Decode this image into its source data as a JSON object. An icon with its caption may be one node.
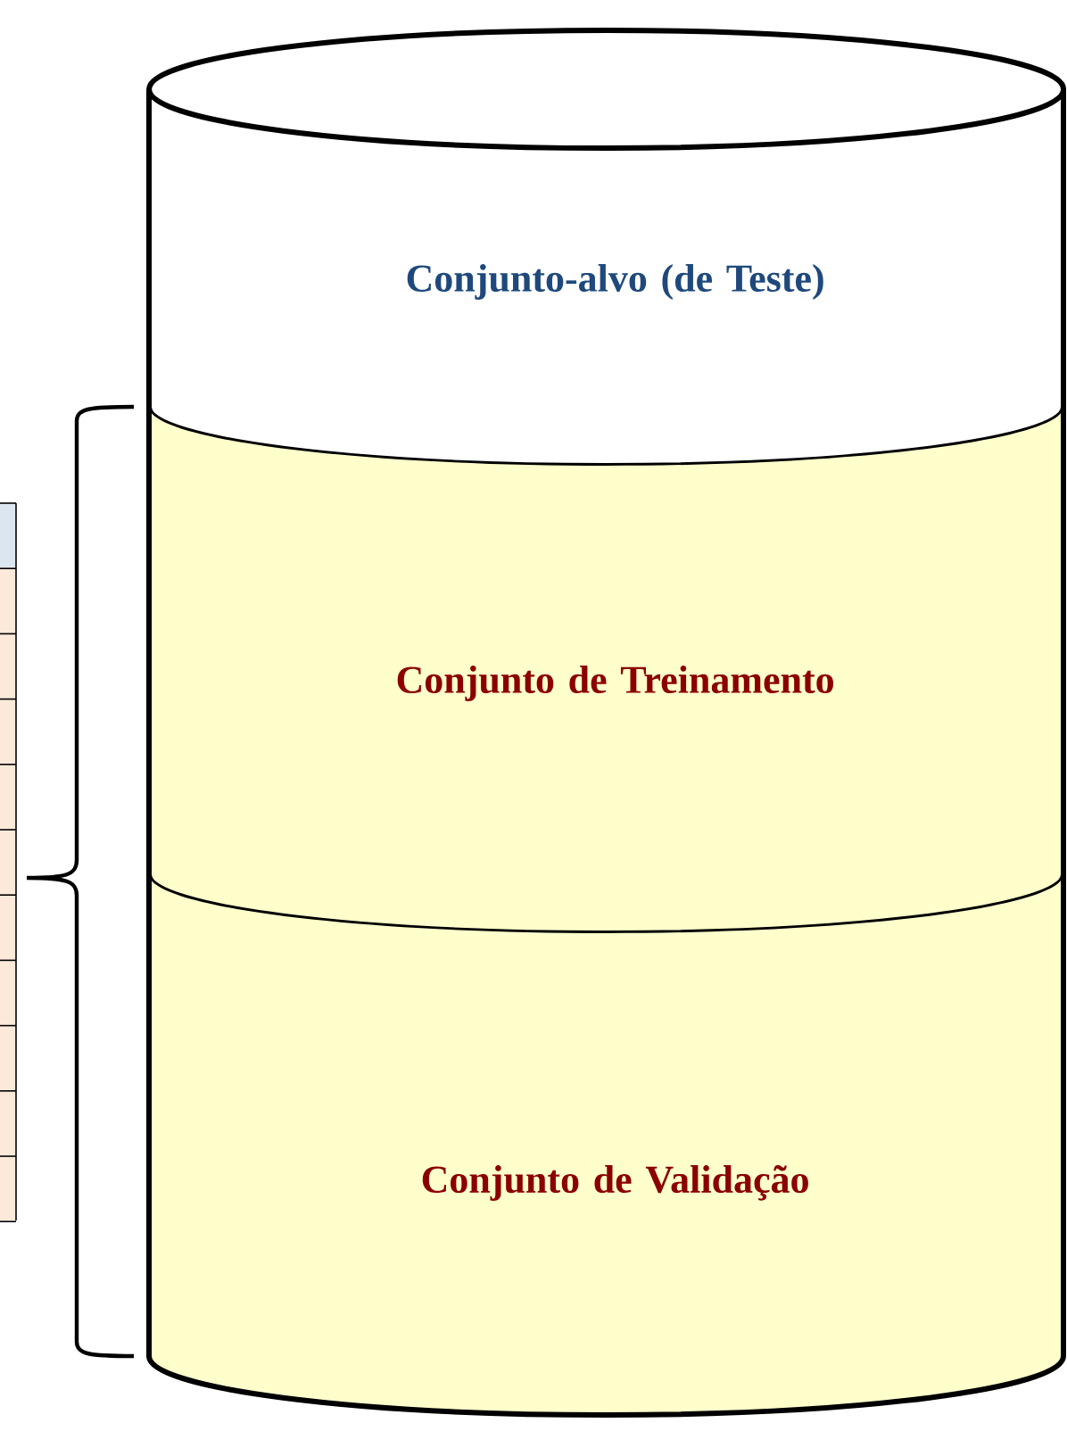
{
  "diagram": {
    "nodes": [
      {
        "text": [
          "Conjunto-alvo (de Teste)"
        ]
      },
      {
        "text": [
          "Conjunto de Treinamento"
        ]
      },
      {
        "text": [
          "Conjunto de Validação"
        ]
      }
    ]
  }
}
